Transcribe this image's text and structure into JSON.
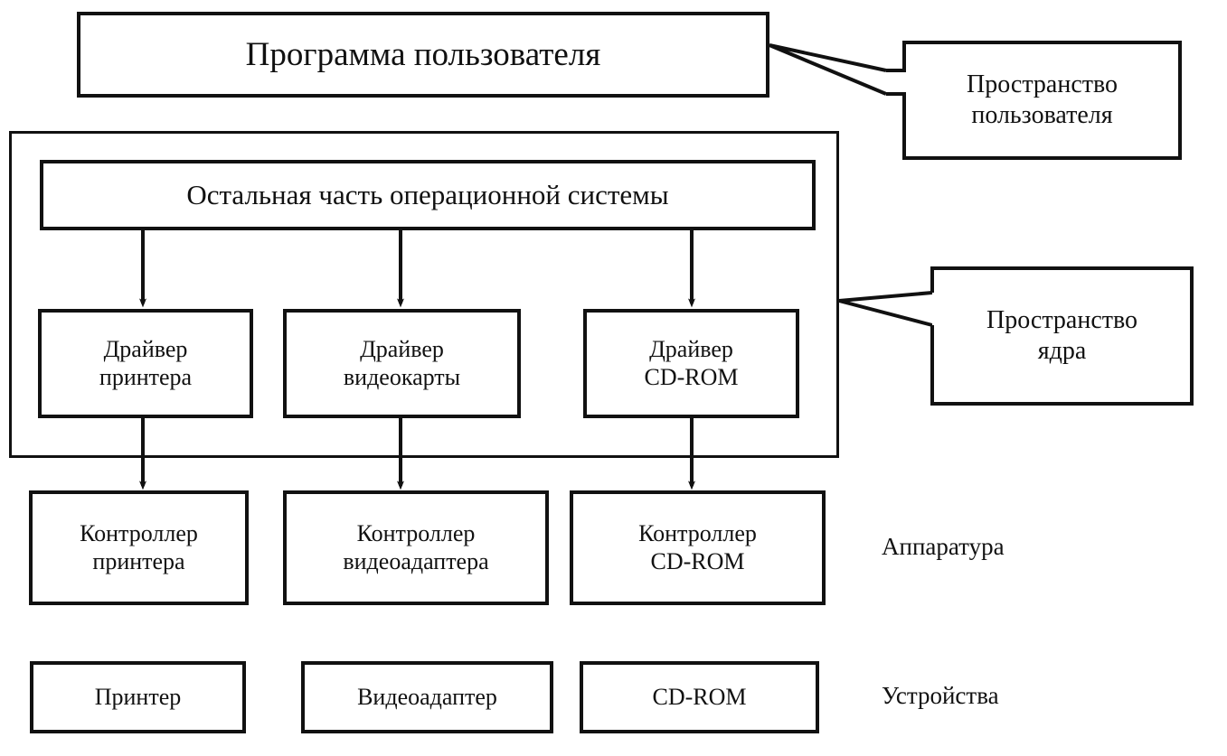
{
  "diagram": {
    "title": "Программа пользователя",
    "user_program": {
      "label": "Программа пользователя"
    },
    "os_rest": {
      "label": "Остальная часть операционной системы"
    },
    "drivers": [
      {
        "line1": "Драйвер",
        "line2": "принтера"
      },
      {
        "line1": "Драйвер",
        "line2": "видеокарты"
      },
      {
        "line1": "Драйвер",
        "line2": "CD-ROM"
      }
    ],
    "controllers": [
      {
        "line1": "Контроллер",
        "line2": "принтера"
      },
      {
        "line1": "Контроллер",
        "line2": "видеоадаптера"
      },
      {
        "line1": "Контроллер",
        "line2": "CD-ROM"
      }
    ],
    "devices": [
      {
        "label": "Принтер"
      },
      {
        "label": "Видеоадаптер"
      },
      {
        "label": "CD-ROM"
      }
    ],
    "callouts": [
      {
        "line1": "Пространство",
        "line2": "пользователя"
      },
      {
        "line1": "Пространство",
        "line2": "ядра"
      }
    ],
    "side_labels": [
      {
        "label": "Аппаратура"
      },
      {
        "label": "Устройства"
      }
    ],
    "colors": {
      "ink": "#111111",
      "background": "#ffffff"
    }
  }
}
